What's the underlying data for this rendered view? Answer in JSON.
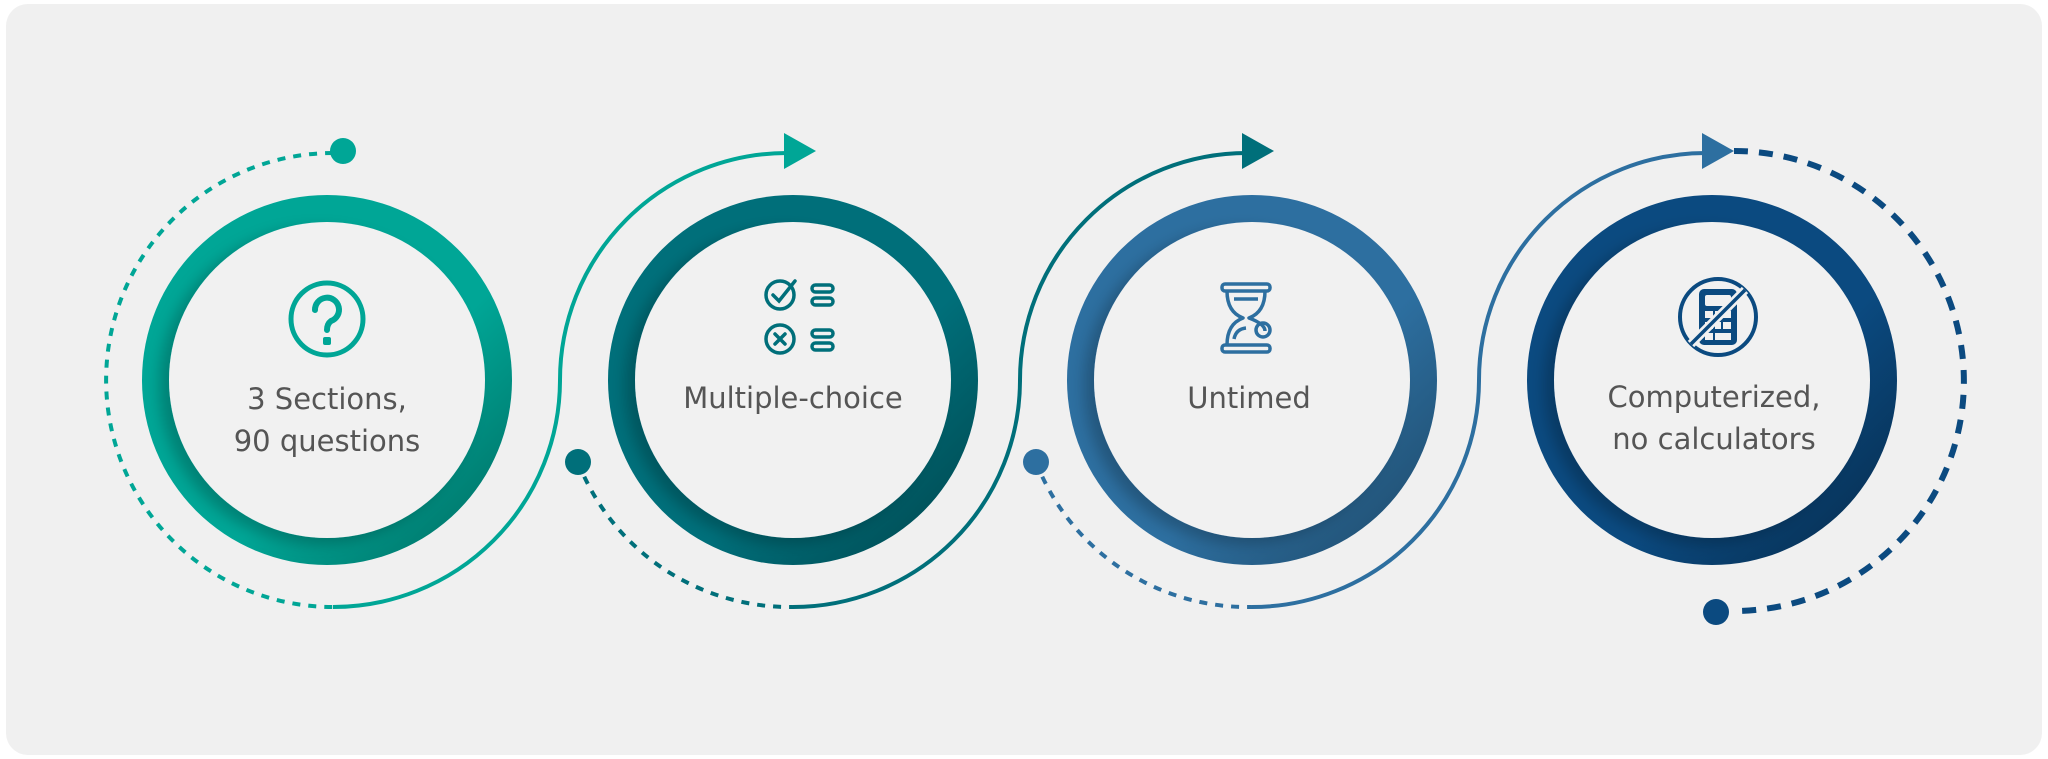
{
  "steps": [
    {
      "label": "3 Sections,\n90 questions",
      "icon": "question-circle-icon",
      "color": "#00a696",
      "dark": "#00695f"
    },
    {
      "label": "Multiple-choice",
      "icon": "checklist-icon",
      "color": "#006f7a",
      "dark": "#00444c"
    },
    {
      "label": "Untimed",
      "icon": "hourglass-icon",
      "color": "#2d6fa0",
      "dark": "#1d4766"
    },
    {
      "label": "Computerized,\nno calculators",
      "icon": "no-calculator-icon",
      "color": "#0b4a80",
      "dark": "#062a4a"
    }
  ]
}
